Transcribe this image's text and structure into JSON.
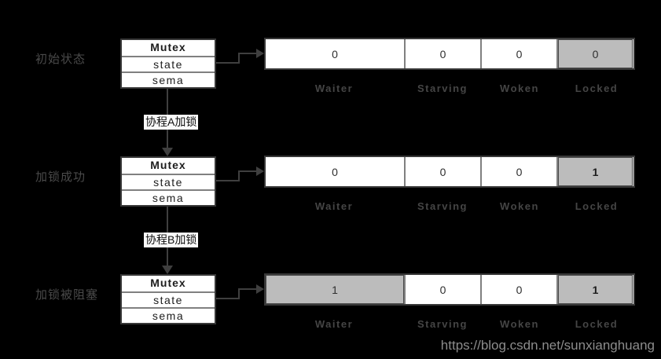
{
  "diagram": {
    "watermark": "https://blog.csdn.net/sunxianghuang",
    "column_labels": [
      "Waiter",
      "Starving",
      "Woken",
      "Locked"
    ],
    "mutex_box": {
      "title": "Mutex",
      "fields": [
        "state",
        "sema"
      ]
    },
    "states": [
      {
        "label": "初始状态",
        "cells": [
          {
            "value": "0",
            "highlight": false,
            "bold": false
          },
          {
            "value": "0",
            "highlight": false,
            "bold": false
          },
          {
            "value": "0",
            "highlight": false,
            "bold": false
          },
          {
            "value": "0",
            "highlight": true,
            "bold": false
          }
        ]
      },
      {
        "label": "加锁成功",
        "cells": [
          {
            "value": "0",
            "highlight": false,
            "bold": false
          },
          {
            "value": "0",
            "highlight": false,
            "bold": false
          },
          {
            "value": "0",
            "highlight": false,
            "bold": false
          },
          {
            "value": "1",
            "highlight": true,
            "bold": true
          }
        ]
      },
      {
        "label": "加锁被阻塞",
        "cells": [
          {
            "value": "1",
            "highlight": true,
            "bold": false
          },
          {
            "value": "0",
            "highlight": false,
            "bold": false
          },
          {
            "value": "0",
            "highlight": false,
            "bold": false
          },
          {
            "value": "1",
            "highlight": true,
            "bold": true
          }
        ]
      }
    ],
    "transitions": [
      {
        "label": "协程A加锁"
      },
      {
        "label": "协程B加锁"
      }
    ],
    "colors": {
      "background": "#000000",
      "box_fill": "#ffffff",
      "highlight_fill": "#bcbcbc",
      "outer_border": "#383838",
      "inner_divider": "#808080",
      "arrow": "#3f3f3f",
      "dim_label": "#4a4a4a",
      "watermark": "#8c8c8c"
    }
  }
}
